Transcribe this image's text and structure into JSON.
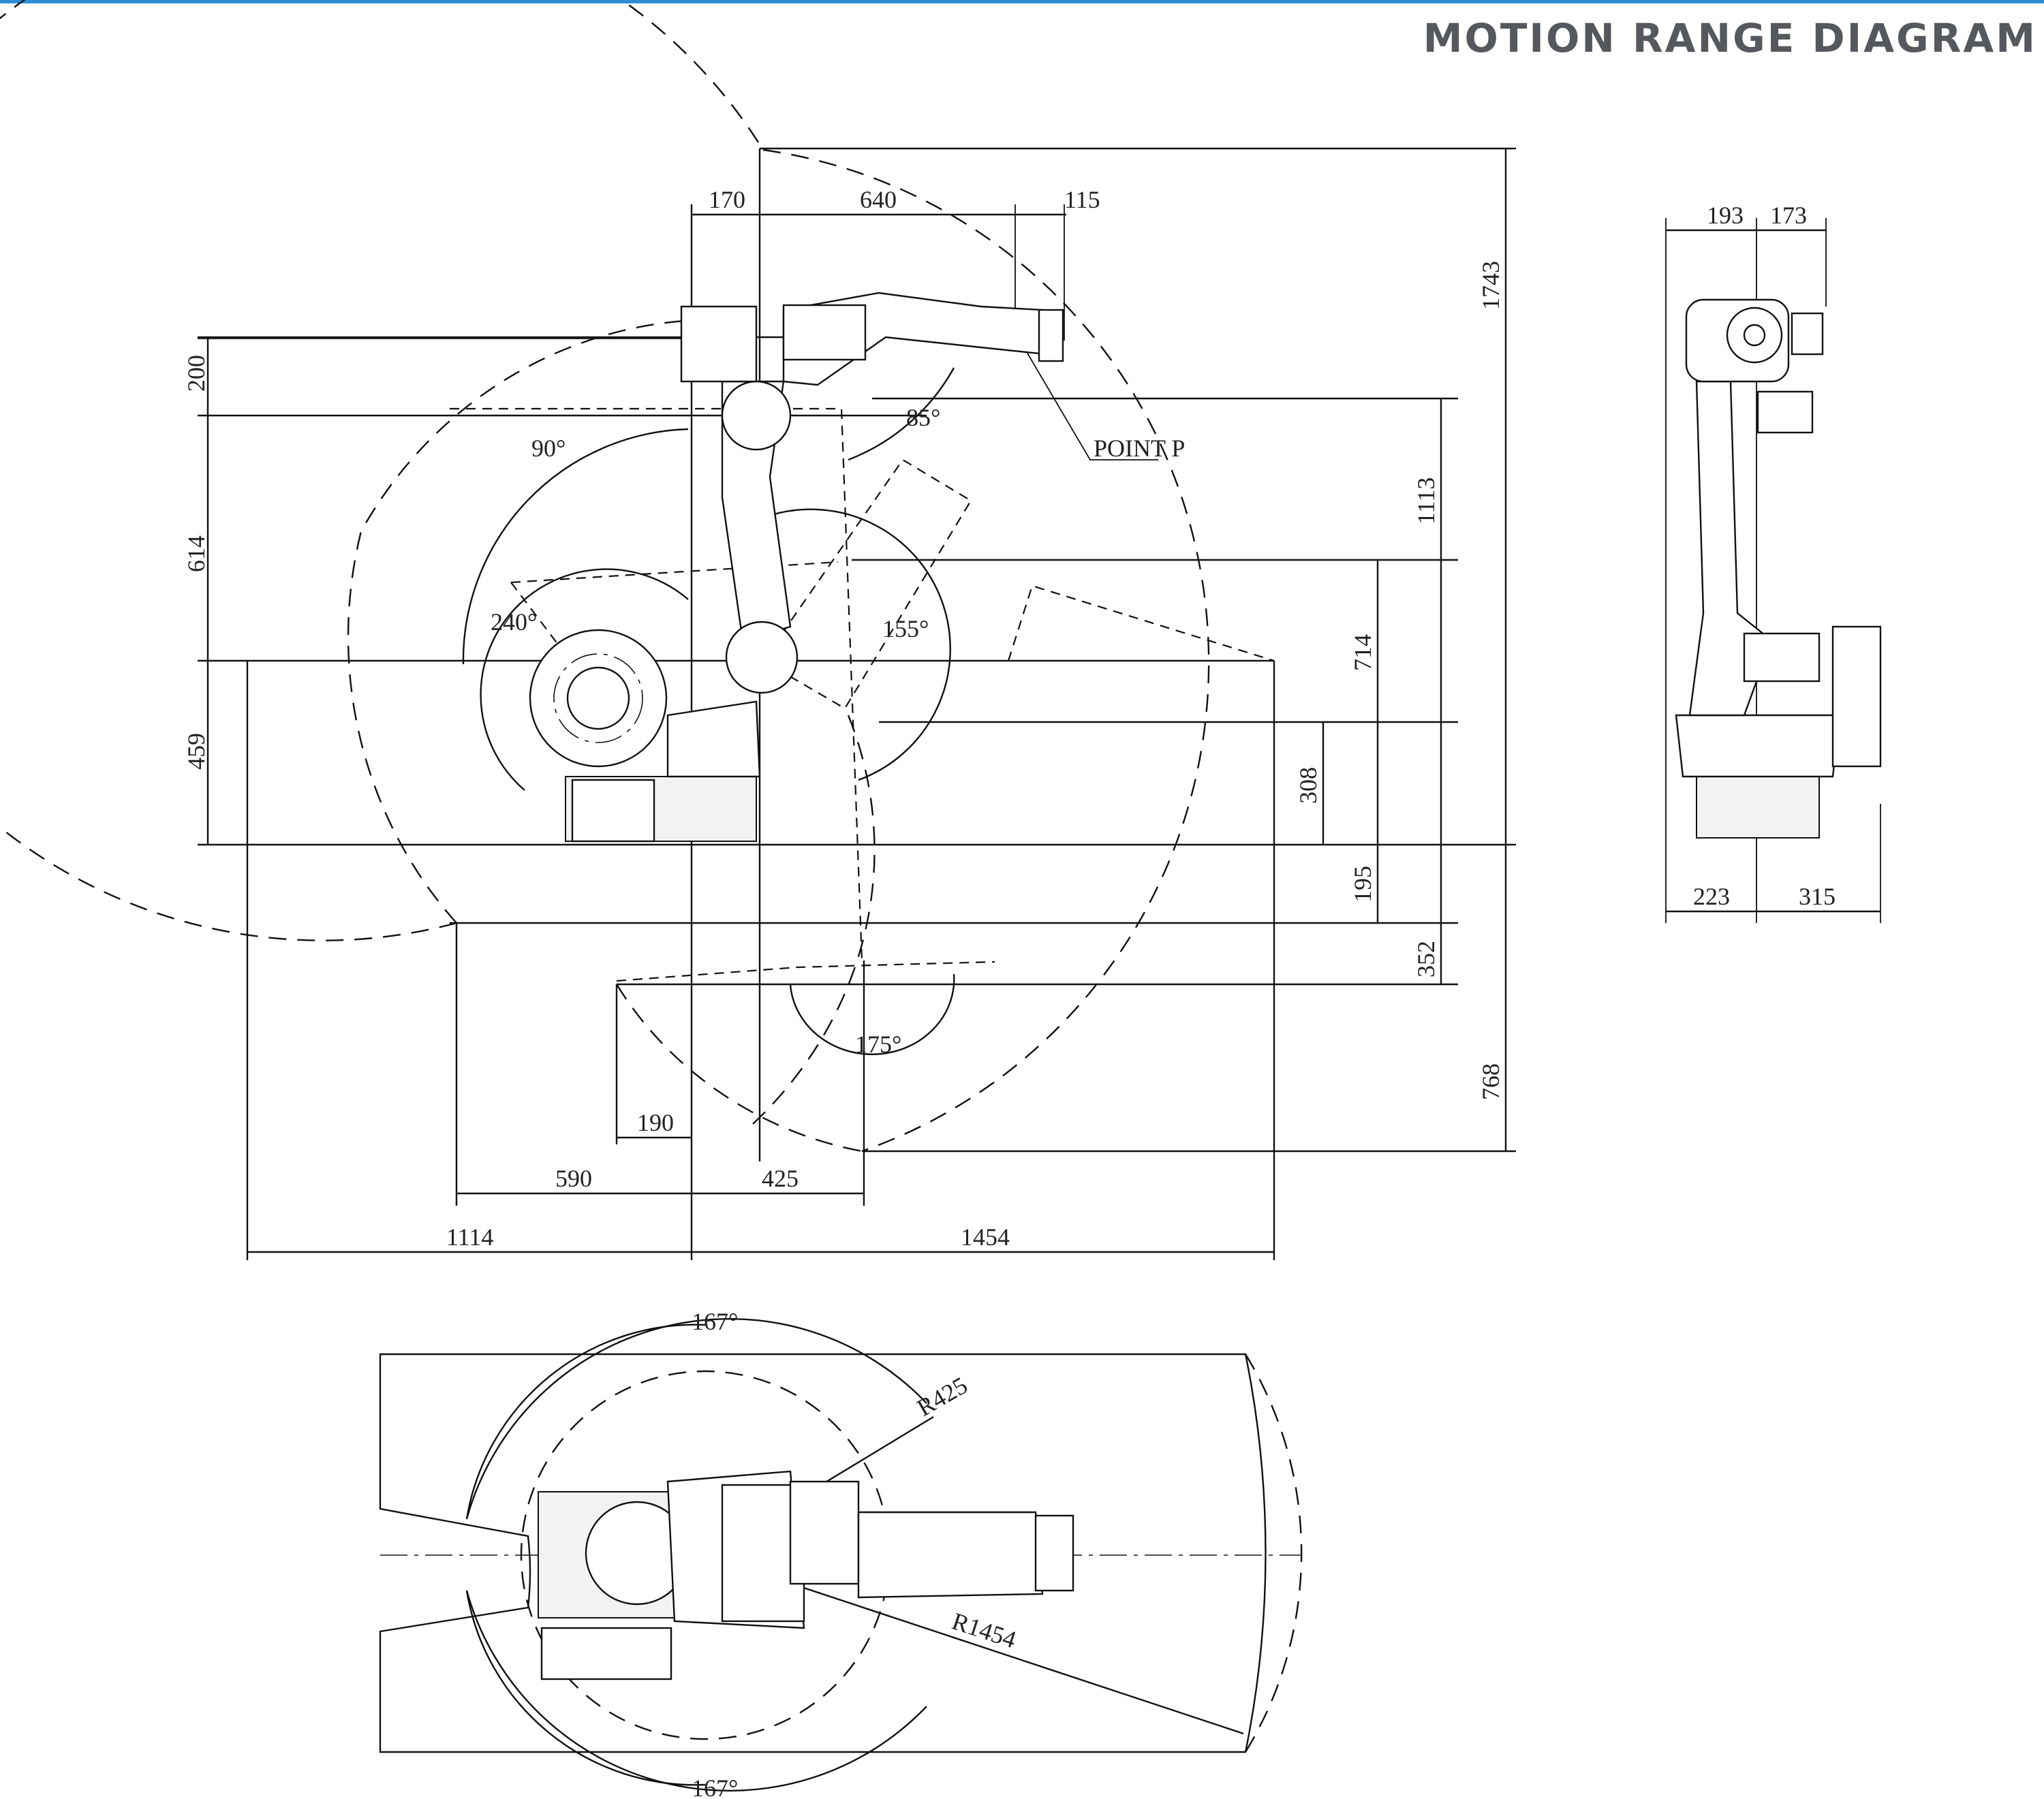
{
  "header": {
    "title": "MOTION RANGE DIAGRAM",
    "accent_color": "#2a8fd8",
    "title_color": "#55585c"
  },
  "side_view": {
    "top_dimensions": [
      "170",
      "640",
      "115"
    ],
    "left_dimensions": [
      "200",
      "614",
      "459"
    ],
    "right_dimensions": [
      "1743",
      "1113",
      "714",
      "308",
      "195",
      "352",
      "768"
    ],
    "bottom_dimensions": [
      "190",
      "590",
      "425",
      "1114",
      "1454"
    ],
    "angles": [
      "90°",
      "85°",
      "240°",
      "155°",
      "175°"
    ],
    "point_label": "POINT P"
  },
  "front_view": {
    "top_dimensions": [
      "193",
      "173"
    ],
    "bottom_dimensions": [
      "223",
      "315"
    ]
  },
  "top_view": {
    "angles": [
      "167°",
      "167°"
    ],
    "radii": [
      "R425",
      "R1454"
    ]
  }
}
